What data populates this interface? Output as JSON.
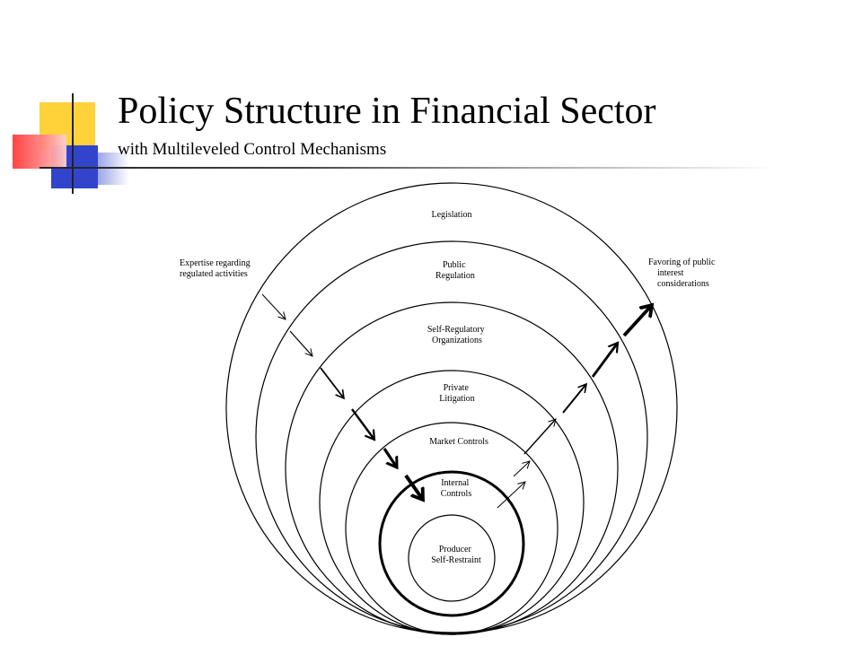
{
  "slide": {
    "title": "Policy Structure in Financial Sector",
    "subtitle": "with Multileveled Control Mechanisms"
  },
  "diagram": {
    "levels": [
      {
        "id": "legislation",
        "lines": [
          "Legislation"
        ]
      },
      {
        "id": "public-regulation",
        "lines": [
          "Public",
          "Regulation"
        ]
      },
      {
        "id": "self-regulatory-organizations",
        "lines": [
          "Self-Regulatory",
          "Organizations"
        ]
      },
      {
        "id": "private-litigation",
        "lines": [
          "Private",
          "Litigation"
        ]
      },
      {
        "id": "market-controls",
        "lines": [
          "Market Controls"
        ]
      },
      {
        "id": "internal-controls",
        "lines": [
          "Internal",
          "Controls"
        ]
      },
      {
        "id": "producer-self-restraint",
        "lines": [
          "Producer",
          "Self-Restraint"
        ]
      }
    ],
    "left_annotation": [
      "Expertise regarding",
      "regulated activities"
    ],
    "right_annotation": [
      "Favoring of public",
      "interest",
      "considerations"
    ]
  }
}
